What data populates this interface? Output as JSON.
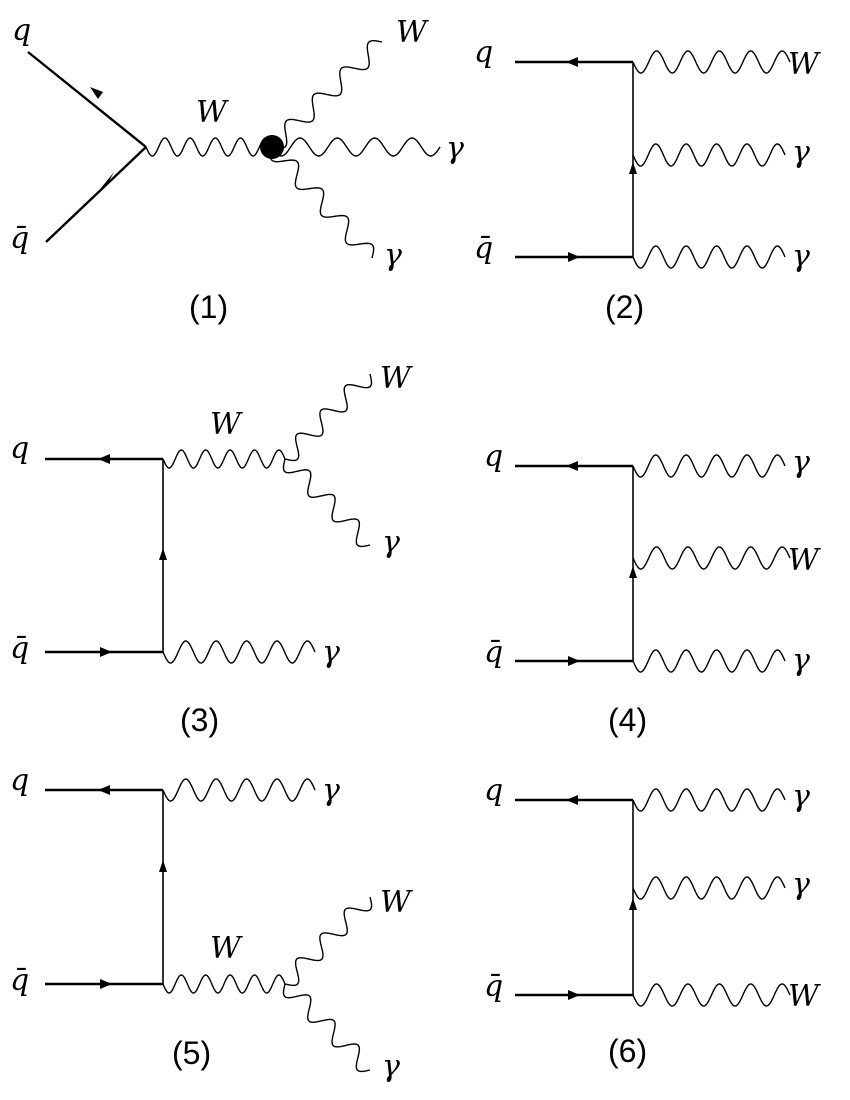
{
  "labels": {
    "quark": "q",
    "antiquark": "q̄",
    "w": "W",
    "photon": "γ"
  },
  "diagrams": [
    {
      "caption": "(1)",
      "outgoing": [
        "W",
        "γ",
        "γ"
      ],
      "internal": "W"
    },
    {
      "caption": "(2)",
      "outgoing": [
        "W",
        "γ",
        "γ"
      ]
    },
    {
      "caption": "(3)",
      "outgoing": [
        "W",
        "γ",
        "γ"
      ],
      "internal": "W"
    },
    {
      "caption": "(4)",
      "outgoing": [
        "γ",
        "W",
        "γ"
      ]
    },
    {
      "caption": "(5)",
      "outgoing": [
        "γ",
        "W",
        "γ"
      ],
      "internal": "W"
    },
    {
      "caption": "(6)",
      "outgoing": [
        "γ",
        "γ",
        "W"
      ]
    }
  ]
}
